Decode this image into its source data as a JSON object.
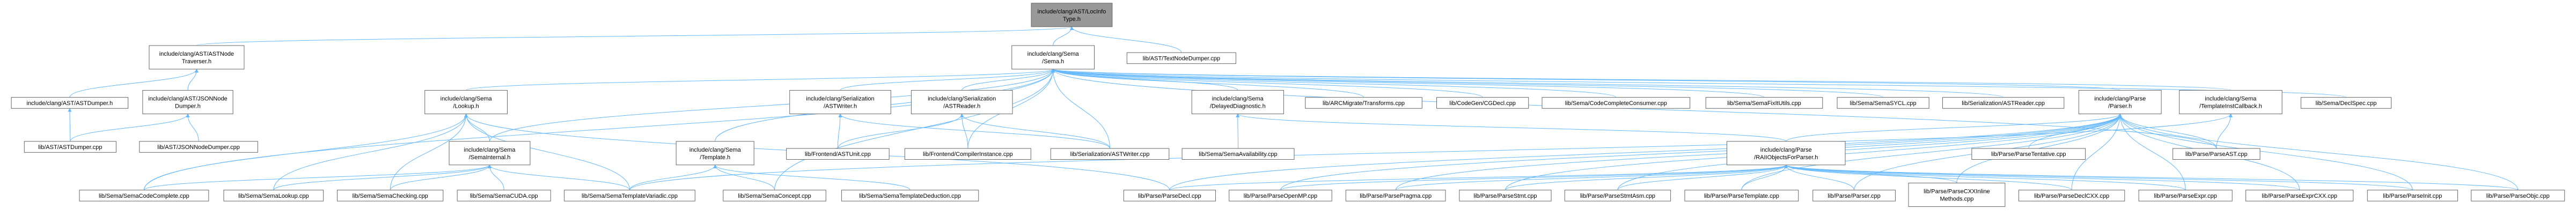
{
  "graph": {
    "nodes": {
      "root": {
        "lines": [
          "include/clang/AST/LocInfo",
          "Type.h"
        ],
        "style": "root"
      },
      "astnode_traverser": {
        "lines": [
          "include/clang/AST/ASTNode",
          "Traverser.h"
        ],
        "style": "normal"
      },
      "sema_h": {
        "lines": [
          "include/clang/Sema",
          "/Sema.h"
        ],
        "style": "normal"
      },
      "textnodedumper": {
        "lines": [
          "lib/AST/TextNodeDumper.cpp"
        ],
        "style": "normal"
      },
      "astdumper_h": {
        "lines": [
          "include/clang/AST/ASTDumper.h"
        ],
        "style": "normal"
      },
      "jsonnodedumper_h": {
        "lines": [
          "include/clang/AST/JSONNode",
          "Dumper.h"
        ],
        "style": "normal"
      },
      "astdumper_cpp": {
        "lines": [
          "lib/AST/ASTDumper.cpp"
        ],
        "style": "normal"
      },
      "jsonnodedumper_cpp": {
        "lines": [
          "lib/AST/JSONNodeDumper.cpp"
        ],
        "style": "normal"
      },
      "lookup_h": {
        "lines": [
          "include/clang/Sema",
          "/Lookup.h"
        ],
        "style": "red"
      },
      "serialization_writer_h": {
        "lines": [
          "include/clang/Serialization",
          "/ASTWriter.h"
        ],
        "style": "red"
      },
      "serialization_reader_h": {
        "lines": [
          "include/clang/Serialization",
          "/ASTReader.h"
        ],
        "style": "red"
      },
      "delayed_diag_h": {
        "lines": [
          "include/clang/Sema",
          "/DelayedDiagnostic.h"
        ],
        "style": "red"
      },
      "arcmigrate": {
        "lines": [
          "lib/ARCMigrate/Transforms.cpp"
        ],
        "style": "normal"
      },
      "codegen_cgdecl": {
        "lines": [
          "lib/CodeGen/CGDecl.cpp"
        ],
        "style": "normal"
      },
      "codecomplete_consumer": {
        "lines": [
          "lib/Sema/CodeCompleteConsumer.cpp"
        ],
        "style": "normal"
      },
      "semafixit": {
        "lines": [
          "lib/Sema/SemaFixItUtils.cpp"
        ],
        "style": "normal"
      },
      "semasycl": {
        "lines": [
          "lib/Sema/SemaSYCL.cpp"
        ],
        "style": "normal"
      },
      "ser_astreader_cpp": {
        "lines": [
          "lib/Serialization/ASTReader.cpp"
        ],
        "style": "normal"
      },
      "parse_parser_h": {
        "lines": [
          "include/clang/Parse",
          "/Parser.h"
        ],
        "style": "normal"
      },
      "template_inst_cb_h": {
        "lines": [
          "include/clang/Sema",
          "/TemplateInstCallback.h"
        ],
        "style": "red"
      },
      "declspec": {
        "lines": [
          "lib/Sema/DeclSpec.cpp"
        ],
        "style": "normal"
      },
      "semainternal_h": {
        "lines": [
          "include/clang/Sema",
          "/SemaInternal.h"
        ],
        "style": "red"
      },
      "template_h": {
        "lines": [
          "include/clang/Sema",
          "/Template.h"
        ],
        "style": "red"
      },
      "frontend_astunit": {
        "lines": [
          "lib/Frontend/ASTUnit.cpp"
        ],
        "style": "normal"
      },
      "frontend_ci": {
        "lines": [
          "lib/Frontend/CompilerInstance.cpp"
        ],
        "style": "normal"
      },
      "ser_astwriter_cpp": {
        "lines": [
          "lib/Serialization/ASTWriter.cpp"
        ],
        "style": "normal"
      },
      "semaavailability": {
        "lines": [
          "lib/Sema/SemaAvailability.cpp"
        ],
        "style": "normal"
      },
      "raii_parser_h": {
        "lines": [
          "include/clang/Parse",
          "/RAIIObjectsForParser.h"
        ],
        "style": "normal"
      },
      "parsetentative": {
        "lines": [
          "lib/Parse/ParseTentative.cpp"
        ],
        "style": "normal"
      },
      "parseast": {
        "lines": [
          "lib/Parse/ParseAST.cpp"
        ],
        "style": "normal"
      },
      "semacodecomplete": {
        "lines": [
          "lib/Sema/SemaCodeComplete.cpp"
        ],
        "style": "normal"
      },
      "semalookup": {
        "lines": [
          "lib/Sema/SemaLookup.cpp"
        ],
        "style": "normal"
      },
      "semachecking": {
        "lines": [
          "lib/Sema/SemaChecking.cpp"
        ],
        "style": "normal"
      },
      "semacuda": {
        "lines": [
          "lib/Sema/SemaCUDA.cpp"
        ],
        "style": "normal"
      },
      "sematemplatevariadic": {
        "lines": [
          "lib/Sema/SemaTemplateVariadic.cpp"
        ],
        "style": "normal"
      },
      "semaconcept": {
        "lines": [
          "lib/Sema/SemaConcept.cpp"
        ],
        "style": "normal"
      },
      "sematemplatededuction": {
        "lines": [
          "lib/Sema/SemaTemplateDeduction.cpp"
        ],
        "style": "normal"
      },
      "parsedecl": {
        "lines": [
          "lib/Parse/ParseDecl.cpp"
        ],
        "style": "normal"
      },
      "parseopenmp": {
        "lines": [
          "lib/Parse/ParseOpenMP.cpp"
        ],
        "style": "normal"
      },
      "parsepragma": {
        "lines": [
          "lib/Parse/ParsePragma.cpp"
        ],
        "style": "normal"
      },
      "parsestmt": {
        "lines": [
          "lib/Parse/ParseStmt.cpp"
        ],
        "style": "normal"
      },
      "parsestmtasm": {
        "lines": [
          "lib/Parse/ParseStmtAsm.cpp"
        ],
        "style": "normal"
      },
      "parsetemplate": {
        "lines": [
          "lib/Parse/ParseTemplate.cpp"
        ],
        "style": "normal"
      },
      "parser_cpp": {
        "lines": [
          "lib/Parse/Parser.cpp"
        ],
        "style": "normal"
      },
      "parsecxxinline": {
        "lines": [
          "lib/Parse/ParseCXXInline",
          "Methods.cpp"
        ],
        "style": "normal"
      },
      "parsedeclcxx": {
        "lines": [
          "lib/Parse/ParseDeclCXX.cpp"
        ],
        "style": "normal"
      },
      "parseexpr": {
        "lines": [
          "lib/Parse/ParseExpr.cpp"
        ],
        "style": "normal"
      },
      "parseexprcxx": {
        "lines": [
          "lib/Parse/ParseExprCXX.cpp"
        ],
        "style": "normal"
      },
      "parseinit": {
        "lines": [
          "lib/Parse/ParseInit.cpp"
        ],
        "style": "normal"
      },
      "parseobjc": {
        "lines": [
          "lib/Parse/ParseObjc.cpp"
        ],
        "style": "normal"
      }
    },
    "edges": [
      [
        "root",
        "astnode_traverser"
      ],
      [
        "root",
        "sema_h"
      ],
      [
        "root",
        "textnodedumper"
      ],
      [
        "astnode_traverser",
        "astdumper_h"
      ],
      [
        "astnode_traverser",
        "jsonnodedumper_h"
      ],
      [
        "astdumper_h",
        "astdumper_cpp"
      ],
      [
        "jsonnodedumper_h",
        "astdumper_cpp"
      ],
      [
        "jsonnodedumper_h",
        "jsonnodedumper_cpp"
      ],
      [
        "sema_h",
        "lookup_h"
      ],
      [
        "sema_h",
        "serialization_writer_h"
      ],
      [
        "sema_h",
        "serialization_reader_h"
      ],
      [
        "sema_h",
        "delayed_diag_h"
      ],
      [
        "sema_h",
        "arcmigrate"
      ],
      [
        "sema_h",
        "codegen_cgdecl"
      ],
      [
        "sema_h",
        "codecomplete_consumer"
      ],
      [
        "sema_h",
        "semafixit"
      ],
      [
        "sema_h",
        "semasycl"
      ],
      [
        "sema_h",
        "ser_astreader_cpp"
      ],
      [
        "sema_h",
        "parse_parser_h"
      ],
      [
        "sema_h",
        "template_inst_cb_h"
      ],
      [
        "sema_h",
        "declspec"
      ],
      [
        "sema_h",
        "semainternal_h"
      ],
      [
        "sema_h",
        "template_h"
      ],
      [
        "sema_h",
        "frontend_ci"
      ],
      [
        "sema_h",
        "ser_astwriter_cpp"
      ],
      [
        "sema_h",
        "semacodecomplete"
      ],
      [
        "sema_h",
        "semaconcept"
      ],
      [
        "sema_h",
        "parseast"
      ],
      [
        "lookup_h",
        "semainternal_h"
      ],
      [
        "lookup_h",
        "semacodecomplete"
      ],
      [
        "lookup_h",
        "semalookup"
      ],
      [
        "lookup_h",
        "semachecking"
      ],
      [
        "lookup_h",
        "sematemplatevariadic"
      ],
      [
        "lookup_h",
        "parsedecl"
      ],
      [
        "serialization_writer_h",
        "frontend_astunit"
      ],
      [
        "serialization_writer_h",
        "ser_astwriter_cpp"
      ],
      [
        "serialization_reader_h",
        "frontend_astunit"
      ],
      [
        "serialization_reader_h",
        "frontend_ci"
      ],
      [
        "serialization_reader_h",
        "ser_astwriter_cpp"
      ],
      [
        "delayed_diag_h",
        "raii_parser_h"
      ],
      [
        "delayed_diag_h",
        "semaavailability"
      ],
      [
        "parse_parser_h",
        "raii_parser_h"
      ],
      [
        "parse_parser_h",
        "parsetentative"
      ],
      [
        "parse_parser_h",
        "parseast"
      ],
      [
        "parse_parser_h",
        "parsedecl"
      ],
      [
        "parse_parser_h",
        "parseopenmp"
      ],
      [
        "parse_parser_h",
        "parsepragma"
      ],
      [
        "parse_parser_h",
        "parsestmt"
      ],
      [
        "parse_parser_h",
        "parsestmtasm"
      ],
      [
        "parse_parser_h",
        "parsetemplate"
      ],
      [
        "parse_parser_h",
        "parser_cpp"
      ],
      [
        "parse_parser_h",
        "parsecxxinline"
      ],
      [
        "parse_parser_h",
        "parsedeclcxx"
      ],
      [
        "parse_parser_h",
        "parseexpr"
      ],
      [
        "parse_parser_h",
        "parseexprcxx"
      ],
      [
        "parse_parser_h",
        "parseinit"
      ],
      [
        "parse_parser_h",
        "parseobjc"
      ],
      [
        "template_inst_cb_h",
        "parseast"
      ],
      [
        "template_inst_cb_h",
        "sematemplatevariadic"
      ],
      [
        "semainternal_h",
        "semacodecomplete"
      ],
      [
        "semainternal_h",
        "semalookup"
      ],
      [
        "semainternal_h",
        "semachecking"
      ],
      [
        "semainternal_h",
        "semacuda"
      ],
      [
        "semainternal_h",
        "sematemplatevariadic"
      ],
      [
        "template_h",
        "sematemplatevariadic"
      ],
      [
        "template_h",
        "semaconcept"
      ],
      [
        "template_h",
        "sematemplatededuction"
      ],
      [
        "raii_parser_h",
        "parsedecl"
      ],
      [
        "raii_parser_h",
        "parseopenmp"
      ],
      [
        "raii_parser_h",
        "parsepragma"
      ],
      [
        "raii_parser_h",
        "parsestmt"
      ],
      [
        "raii_parser_h",
        "parsestmtasm"
      ],
      [
        "raii_parser_h",
        "parsetemplate"
      ],
      [
        "raii_parser_h",
        "parser_cpp"
      ],
      [
        "raii_parser_h",
        "parsecxxinline"
      ],
      [
        "raii_parser_h",
        "parsedeclcxx"
      ],
      [
        "raii_parser_h",
        "parseexpr"
      ],
      [
        "raii_parser_h",
        "parseexprcxx"
      ],
      [
        "raii_parser_h",
        "parseinit"
      ],
      [
        "raii_parser_h",
        "parseobjc"
      ]
    ],
    "colors": {
      "root_fill": "#999999",
      "normal_fill": "#ffffff",
      "normal_stroke": "#666666",
      "red_stroke": "#ff0000",
      "edge": "#63b8ff"
    }
  }
}
